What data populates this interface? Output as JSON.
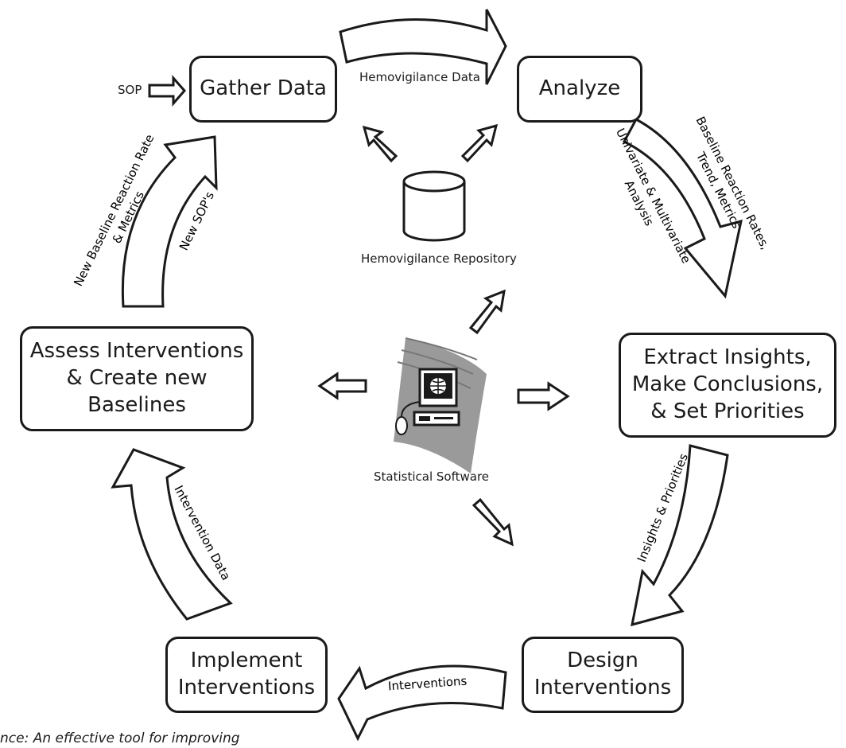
{
  "nodes": {
    "gather": "Gather Data",
    "analyze": "Analyze",
    "extract": "Extract Insights,\nMake Conclusions,\n& Set Priorities",
    "design": "Design\nInterventions",
    "implement": "Implement\nInterventions",
    "assess": "Assess Interventions\n& Create new\nBaselines"
  },
  "edges": {
    "sop": "SOP",
    "hemovigilance_data": "Hemovigilance Data",
    "baseline_rates": "Baseline Reaction Rates,\nTrend, Metrics",
    "univariate": "Univariate & Multivariate\nAnalysis",
    "insights_priorities": "Insights & Priorities",
    "interventions": "Interventions",
    "intervention_data": "Intervention Data",
    "new_baseline": "New Baseline Reaction Rate\n& Metrics",
    "new_sops": "New SOP's"
  },
  "center": {
    "repository": "Hemovigilance Repository",
    "software": "Statistical Software"
  },
  "caption": "nce: An effective tool for improving",
  "icons": {
    "database": "database-cylinder-icon",
    "computer": "computer-workstation-icon"
  }
}
